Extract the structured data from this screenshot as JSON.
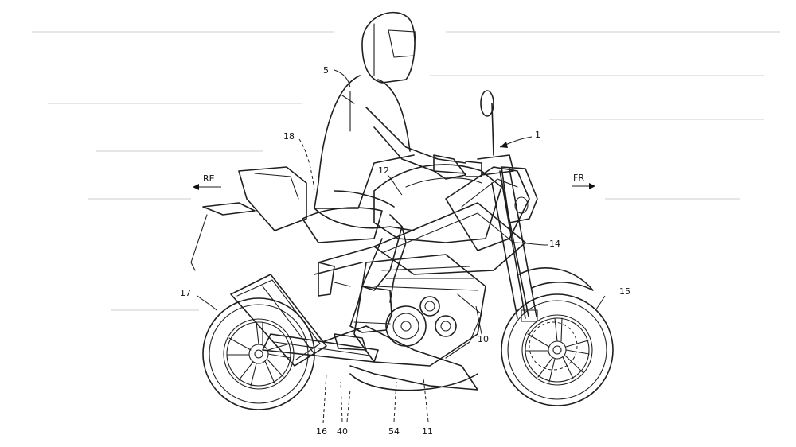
{
  "figure": {
    "direction_labels": {
      "rear": "RE",
      "front": "FR"
    },
    "callouts": {
      "c1": "1",
      "c5": "5",
      "c18": "18",
      "c12": "12",
      "c14": "14",
      "c15": "15",
      "c17": "17",
      "c10": "10",
      "c16": "16",
      "c40": "40",
      "c54": "54",
      "c11": "11"
    }
  }
}
